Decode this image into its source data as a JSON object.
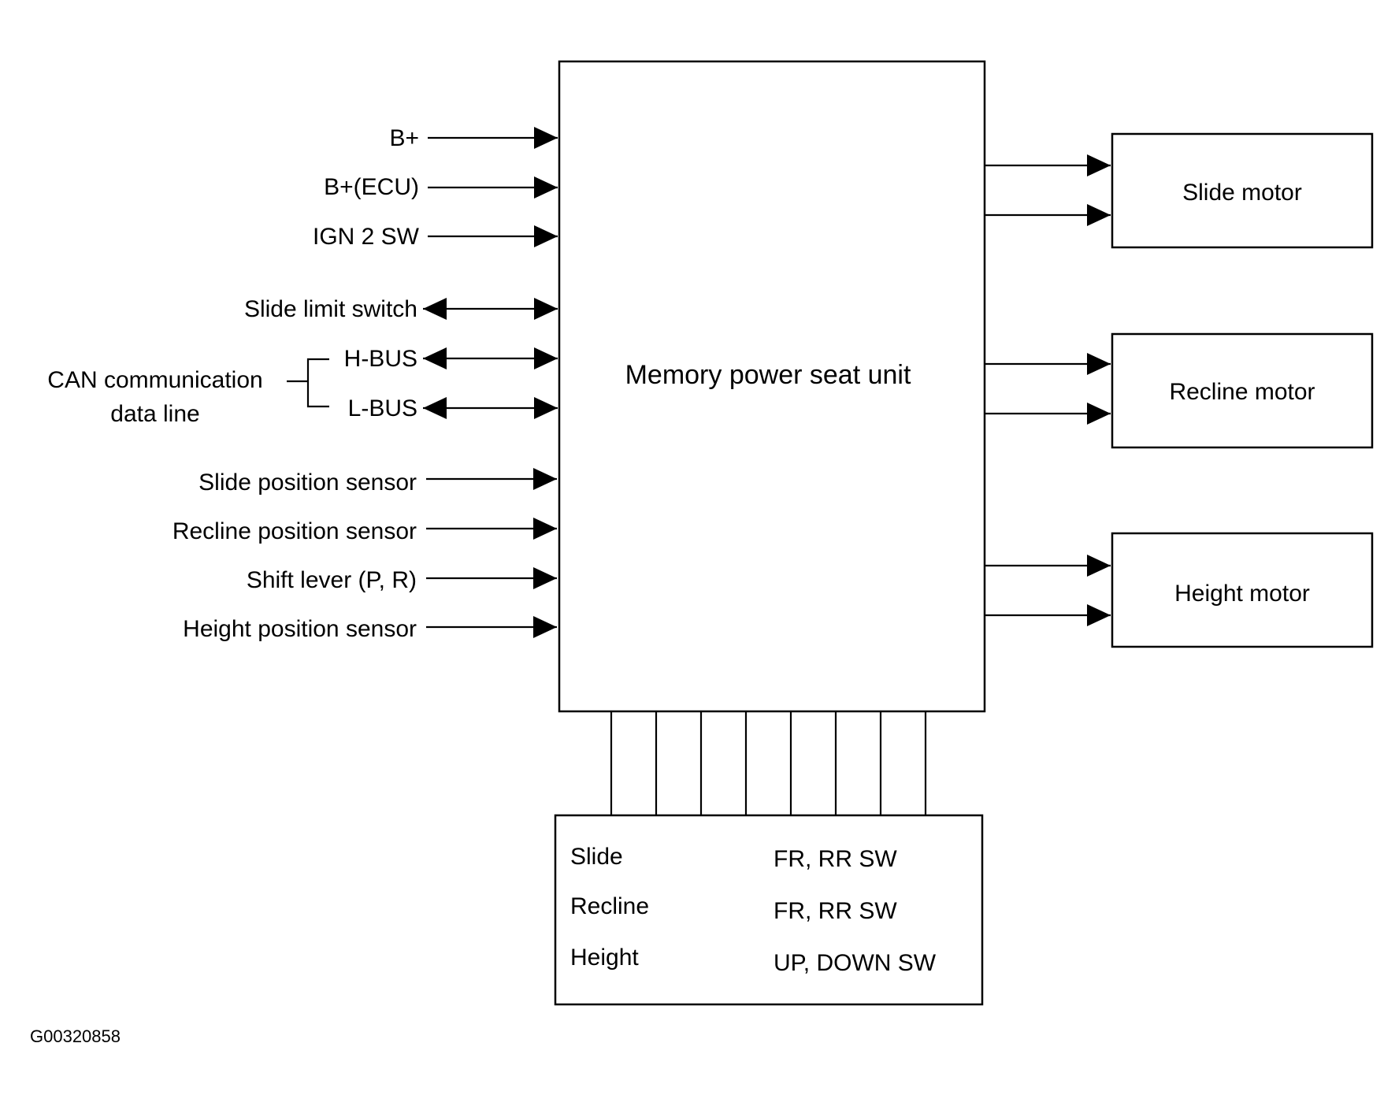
{
  "main_unit": {
    "label": "Memory power seat unit"
  },
  "inputs": [
    {
      "label": "B+",
      "direction": "in"
    },
    {
      "label": "B+(ECU)",
      "direction": "in"
    },
    {
      "label": "IGN 2 SW",
      "direction": "in"
    },
    {
      "label": "Slide limit switch",
      "direction": "bidirectional"
    },
    {
      "label": "H-BUS",
      "direction": "bidirectional"
    },
    {
      "label": "L-BUS",
      "direction": "bidirectional"
    },
    {
      "label": "Slide position sensor",
      "direction": "in"
    },
    {
      "label": "Recline position sensor",
      "direction": "in"
    },
    {
      "label": "Shift lever (P, R)",
      "direction": "in"
    },
    {
      "label": "Height position sensor",
      "direction": "in"
    }
  ],
  "can_group": {
    "line1": "CAN communication",
    "line2": "data line"
  },
  "motors": [
    {
      "label": "Slide motor"
    },
    {
      "label": "Recline motor"
    },
    {
      "label": "Height motor"
    }
  ],
  "switch_panel": {
    "rows": [
      {
        "name": "Slide",
        "switches": "FR, RR SW"
      },
      {
        "name": "Recline",
        "switches": "FR, RR SW"
      },
      {
        "name": "Height",
        "switches": "UP, DOWN SW"
      }
    ]
  },
  "figure_id": "G00320858"
}
